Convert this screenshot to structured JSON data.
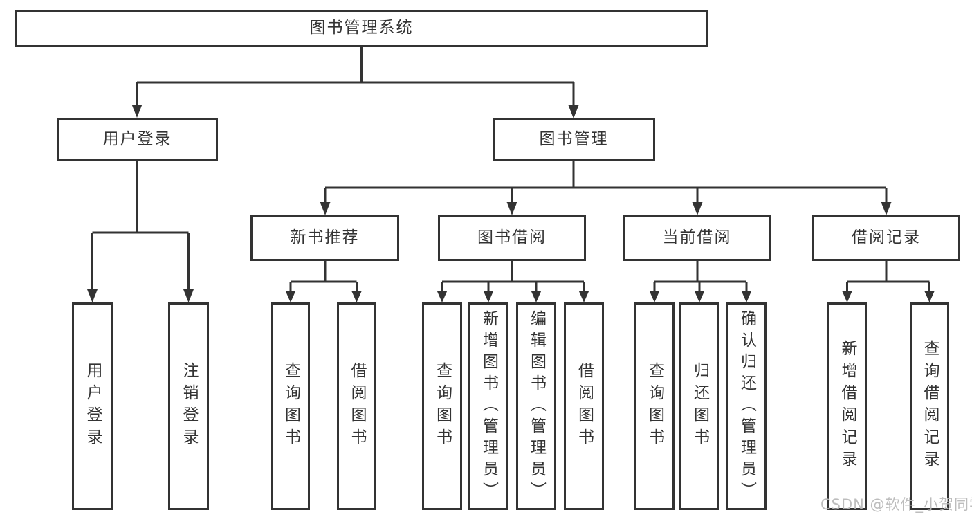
{
  "root": {
    "label": "图书管理系统"
  },
  "level2": [
    {
      "label": "用户登录"
    },
    {
      "label": "图书管理"
    }
  ],
  "level3": [
    {
      "label": "新书推荐"
    },
    {
      "label": "图书借阅"
    },
    {
      "label": "当前借阅"
    },
    {
      "label": "借阅记录"
    }
  ],
  "leaves": [
    {
      "label": "用户登录"
    },
    {
      "label": "注销登录"
    },
    {
      "label": "查询图书"
    },
    {
      "label": "借阅图书"
    },
    {
      "label": "查询图书"
    },
    {
      "label": "新增图书（管理员）"
    },
    {
      "label": "编辑图书（管理员）"
    },
    {
      "label": "借阅图书"
    },
    {
      "label": "查询图书"
    },
    {
      "label": "归还图书"
    },
    {
      "label": "确认归还（管理员）"
    },
    {
      "label": "新增借阅记录"
    },
    {
      "label": "查询借阅记录"
    }
  ],
  "watermark": "CSDN @软件_小贺同学",
  "colors": {
    "line": "#333333",
    "background": "#ffffff",
    "watermark": "#b9b9b9"
  }
}
